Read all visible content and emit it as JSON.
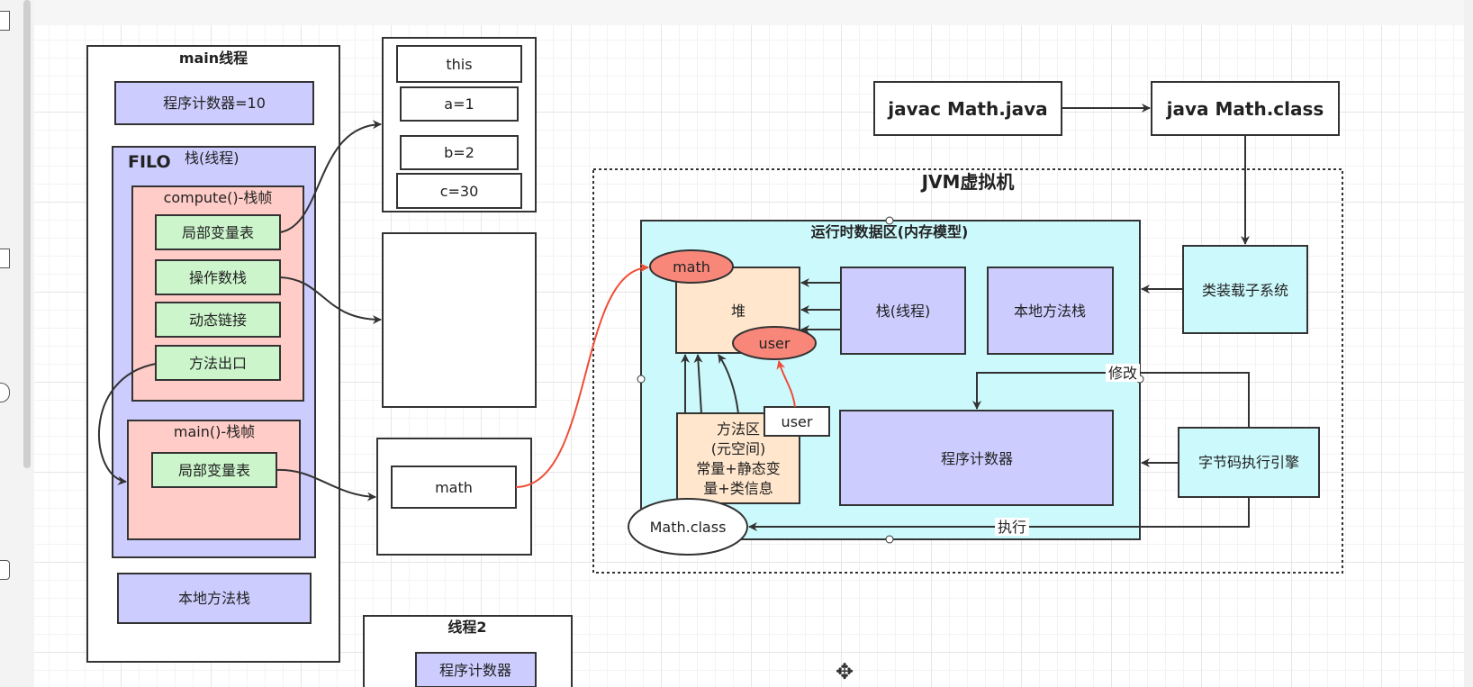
{
  "editor": {
    "toolbar_icons": [
      "text-tool-icon",
      "edit-icon",
      "rectangle-icon",
      "pentagon-icon",
      "triangle-icon",
      "circle-icon",
      "diamond-icon",
      "chevron-icon",
      "rounded-rect-icon"
    ],
    "cursor": "move-cursor"
  },
  "main_thread": {
    "title": "main线程",
    "pc": "程序计数器=10",
    "stack_label_filo": "FILO",
    "stack_label": "栈(线程)",
    "compute_frame": {
      "title": "compute()-栈帧",
      "items": [
        "局部变量表",
        "操作数栈",
        "动态链接",
        "方法出口"
      ]
    },
    "main_frame": {
      "title": "main()-栈帧",
      "items": [
        "局部变量表"
      ]
    },
    "native_stack": "本地方法栈"
  },
  "local_vars_box": {
    "items": [
      "this",
      "a=1",
      "b=2",
      "c=30"
    ]
  },
  "math_box": {
    "item": "math"
  },
  "thread2": {
    "title": "线程2",
    "pc": "程序计数器"
  },
  "compile": {
    "javac": "javac Math.java",
    "java": "java Math.class"
  },
  "jvm": {
    "title": "JVM虚拟机",
    "runtime_area": "运行时数据区(内存模型)",
    "heap": "堆",
    "heap_math": "math",
    "heap_user": "user",
    "stack": "栈(线程)",
    "native_stack": "本地方法栈",
    "method_area": [
      "方法区",
      "(元空间)",
      "常量+静态变",
      "量+类信息"
    ],
    "method_user": "user",
    "pc": "程序计数器",
    "class_loader": "类装载子系统",
    "exec_engine": "字节码执行引擎",
    "math_class": "Math.class",
    "edge_modify": "修改",
    "edge_execute": "执行"
  },
  "colors": {
    "purple": "#ccccff",
    "pink": "#ffccc7",
    "green": "#ccf5cc",
    "cyan": "#ccf9fc",
    "peach": "#ffe6cc",
    "salmon": "#f8877a",
    "red_arrow": "#ef4e36",
    "stroke": "#333333"
  }
}
